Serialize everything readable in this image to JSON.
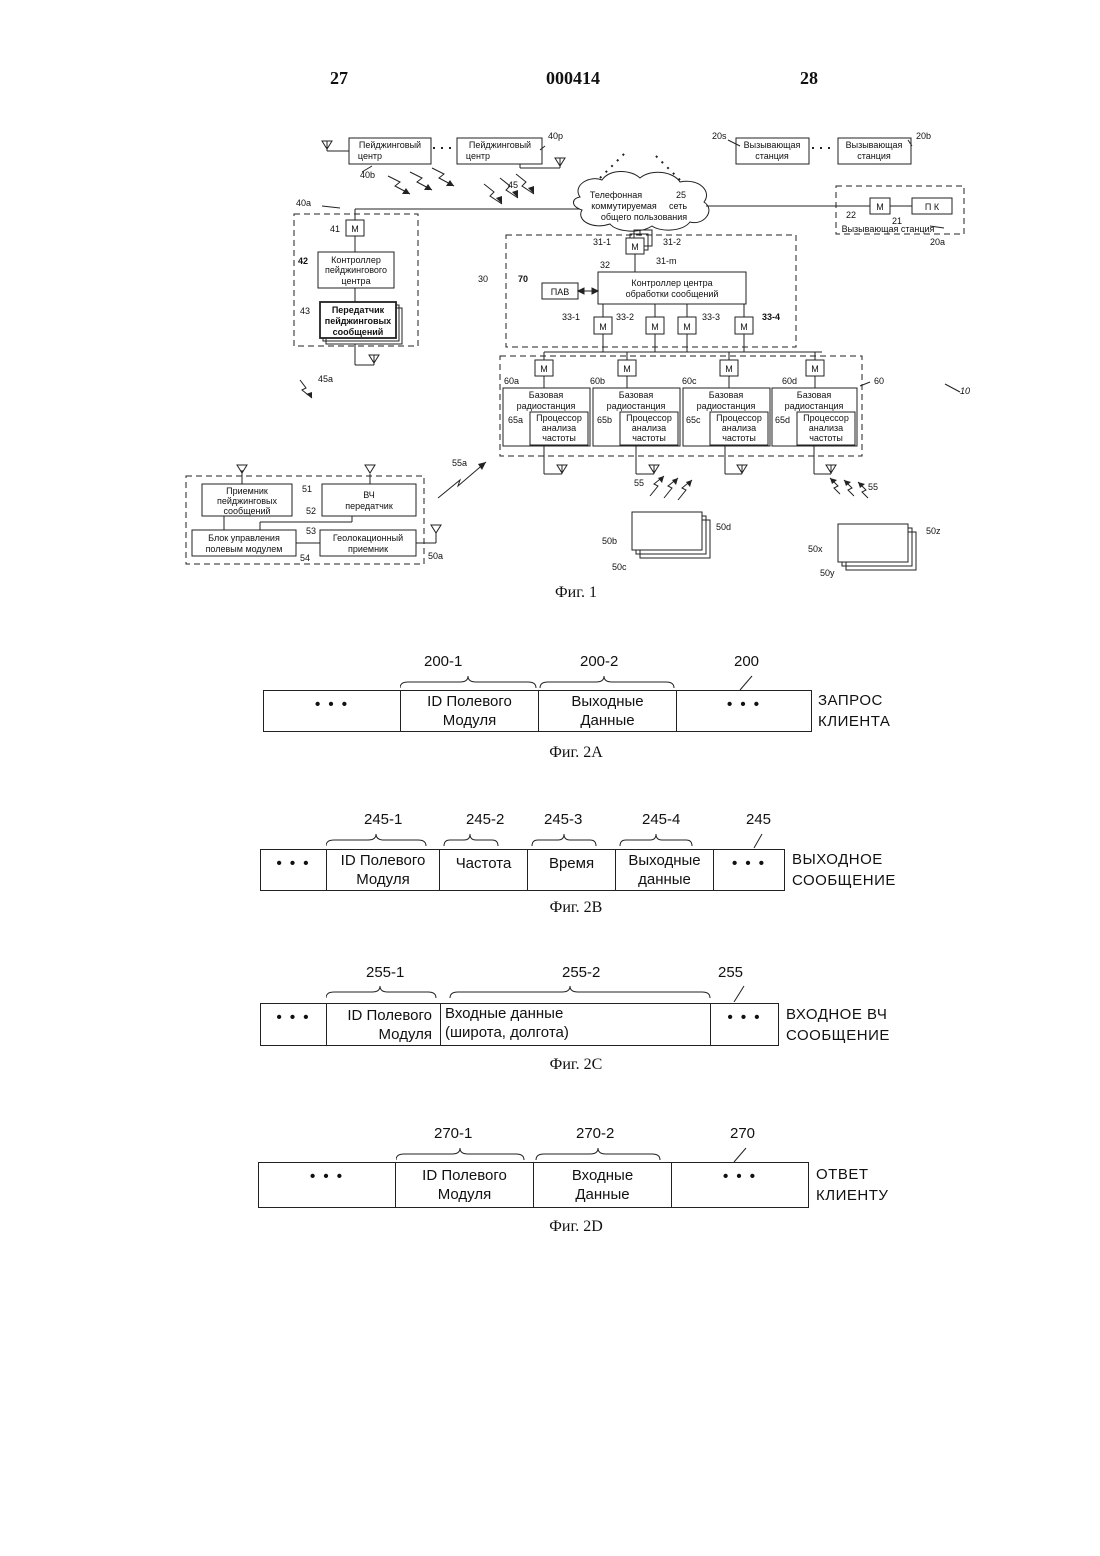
{
  "header": {
    "page_left": "27",
    "doc_number": "000414",
    "page_right": "28"
  },
  "fig1": {
    "caption": "Фиг. 1",
    "paging_center_a": [
      "Пейджинговый",
      "центр"
    ],
    "paging_center_b": [
      "Пейджинговый",
      "центр"
    ],
    "calling_station_s": [
      "Вызывающая",
      "станция"
    ],
    "calling_station_b": [
      "Вызывающая",
      "станция"
    ],
    "pstn": [
      "Телефонная",
      "коммутируемая",
      "сеть",
      "общего пользования"
    ],
    "modem": "М",
    "pc": "П К",
    "calling_station_a": "Вызывающая станция",
    "paging_controller": [
      "Контроллер",
      "пейджингового",
      "центра"
    ],
    "paging_transmitter": [
      "Передатчик",
      "пейджинговых",
      "сообщений"
    ],
    "msg_center_controller": [
      "Контроллер центра",
      "обработки сообщений"
    ],
    "pav": "ПАВ",
    "base_station": [
      "Базовая",
      "радиостанция"
    ],
    "freq_processor": [
      "Процессор",
      "анализа",
      "частоты"
    ],
    "pager_receiver": [
      "Приемник",
      "пейджинговых",
      "сообщений"
    ],
    "rf_transmitter": [
      "ВЧ",
      "передатчик"
    ],
    "field_control": [
      "Блок управления",
      "полевым модулем"
    ],
    "geo_receiver": [
      "Геолокационный",
      "приемник"
    ],
    "refs": {
      "r40b": "40b",
      "r40p": "40p",
      "r20s": "20s",
      "r20b": "20b",
      "r45": "45",
      "r25": "25",
      "r40a": "40a",
      "r41": "41",
      "r42": "42",
      "r43": "43",
      "r45a": "45a",
      "r22": "22",
      "r21": "21",
      "r20a": "20a",
      "r31_1": "31-1",
      "r31_2": "31-2",
      "r31_m": "31-m",
      "r32": "32",
      "r30": "30",
      "r70": "70",
      "r33_1": "33-1",
      "r33_2": "33-2",
      "r33_3": "33-3",
      "r33_4": "33-4",
      "r60": "60",
      "r10": "10",
      "r60a": "60a",
      "r60b": "60b",
      "r60c": "60c",
      "r60d": "60d",
      "r65a": "65a",
      "r65b": "65b",
      "r65c": "65c",
      "r65d": "65d",
      "r55a": "55a",
      "r55": "55",
      "r55b": "55",
      "r51": "51",
      "r52": "52",
      "r53": "53",
      "r54": "54",
      "r50a": "50a",
      "r50b": "50b",
      "r50c": "50c",
      "r50d": "50d",
      "r50x": "50x",
      "r50y": "50y",
      "r50z": "50z"
    }
  },
  "fig2a": {
    "caption": "Фиг. 2А",
    "ref": "200",
    "field1_ref": "200-1",
    "field2_ref": "200-2",
    "dots": "• • •",
    "field1": [
      "ID Полевого",
      "Модуля"
    ],
    "field2": [
      "Выходные",
      "Данные"
    ],
    "label": [
      "ЗАПРОС",
      "КЛИЕНТА"
    ]
  },
  "fig2b": {
    "caption": "Фиг. 2В",
    "ref": "245",
    "field1_ref": "245-1",
    "field2_ref": "245-2",
    "field3_ref": "245-3",
    "field4_ref": "245-4",
    "dots": "• • •",
    "field1": [
      "ID Полевого",
      "Модуля"
    ],
    "field2": "Частота",
    "field3": "Время",
    "field4": [
      "Выходные",
      "данные"
    ],
    "label": [
      "ВЫХОДНОЕ",
      "СООБЩЕНИЕ"
    ]
  },
  "fig2c": {
    "caption": "Фиг. 2С",
    "ref": "255",
    "field1_ref": "255-1",
    "field2_ref": "255-2",
    "dots": "• • •",
    "field1": [
      "ID Полевого",
      "Модуля"
    ],
    "field2": [
      "Входные данные",
      "(широта, долгота)"
    ],
    "label": [
      "ВХОДНОЕ ВЧ",
      "СООБЩЕНИЕ"
    ]
  },
  "fig2d": {
    "caption": "Фиг. 2D",
    "ref": "270",
    "field1_ref": "270-1",
    "field2_ref": "270-2",
    "dots": "• • •",
    "field1": [
      "ID Полевого",
      "Модуля"
    ],
    "field2": [
      "Входные",
      "Данные"
    ],
    "label": [
      "ОТВЕТ",
      "КЛИЕНТУ"
    ]
  }
}
